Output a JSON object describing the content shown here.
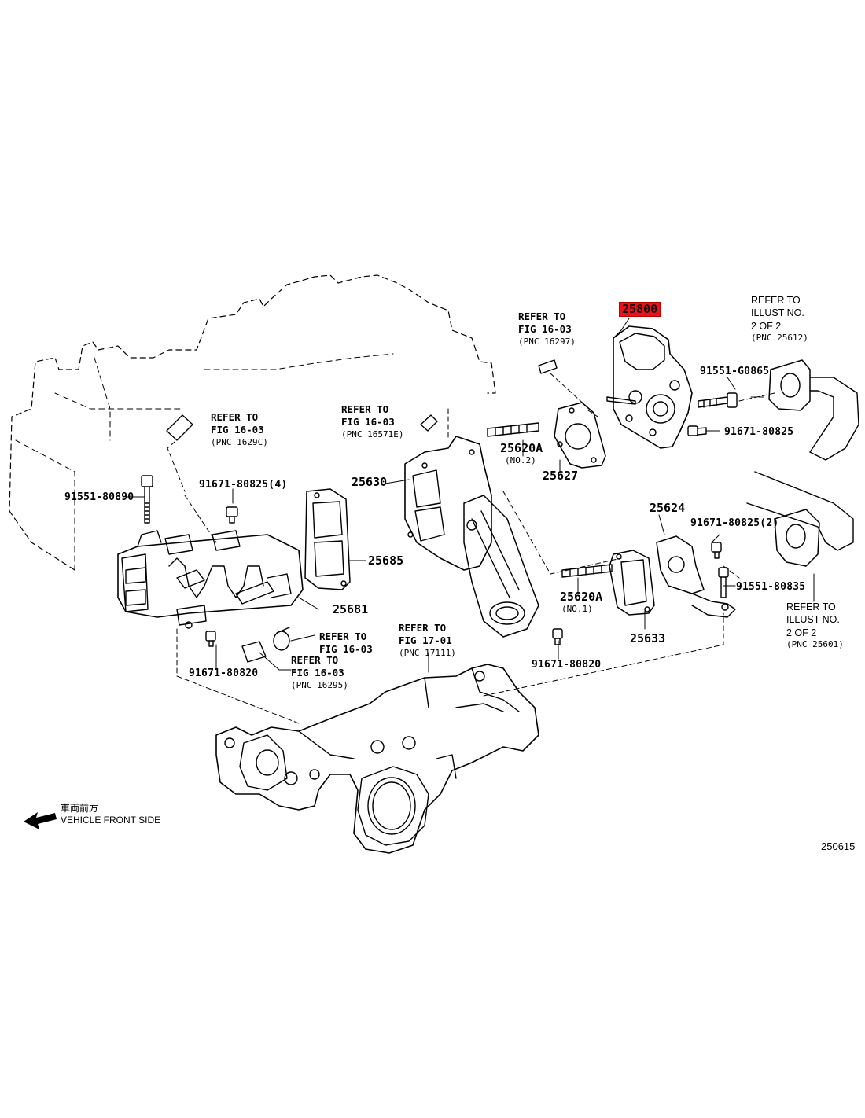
{
  "parts": {
    "p25800": "25800",
    "p91551_g0865": "91551-G0865",
    "p91671_80825_r": "91671-80825",
    "p25620a_no2": "25620A",
    "p25620a_no2_sub": "(NO.2)",
    "p25627": "25627",
    "p25630": "25630",
    "p91551_80890": "91551-80890",
    "p91671_80825_4": "91671-80825(4)",
    "p25685": "25685",
    "p25681": "25681",
    "p91671_80820_l": "91671-80820",
    "p25624": "25624",
    "p91671_80825_2": "91671-80825(2)",
    "p91551_80835": "91551-80835",
    "p25620a_no1": "25620A",
    "p25620a_no1_sub": "(NO.1)",
    "p25633": "25633",
    "p91671_80820_c": "91671-80820"
  },
  "refs": {
    "r16297": [
      "REFER TO",
      "FIG 16-03",
      "(PNC 16297)"
    ],
    "r25612": [
      "REFER TO",
      "ILLUST NO.",
      "2 OF 2",
      "(PNC 25612)"
    ],
    "r1629c": [
      "REFER TO",
      "FIG 16-03",
      "(PNC 1629C)"
    ],
    "r16571e": [
      "REFER TO",
      "FIG 16-03",
      "(PNC 16571E)"
    ],
    "r25601": [
      "REFER TO",
      "ILLUST NO.",
      "2 OF 2",
      "(PNC 25601)"
    ],
    "r17111": [
      "REFER TO",
      "FIG 17-01",
      "(PNC 17111)"
    ],
    "r1603": [
      "REFER TO",
      "FIG 16-03"
    ],
    "r16295": [
      "REFER TO",
      "FIG 16-03",
      "(PNC 16295)"
    ]
  },
  "front": {
    "jp": "車両前方",
    "en": "VEHICLE FRONT SIDE"
  },
  "diagram_id": "250615",
  "colors": {
    "line": "#000000",
    "highlight": "#e8121c"
  },
  "icons": {
    "front_arrow": "arrow-left-icon"
  }
}
